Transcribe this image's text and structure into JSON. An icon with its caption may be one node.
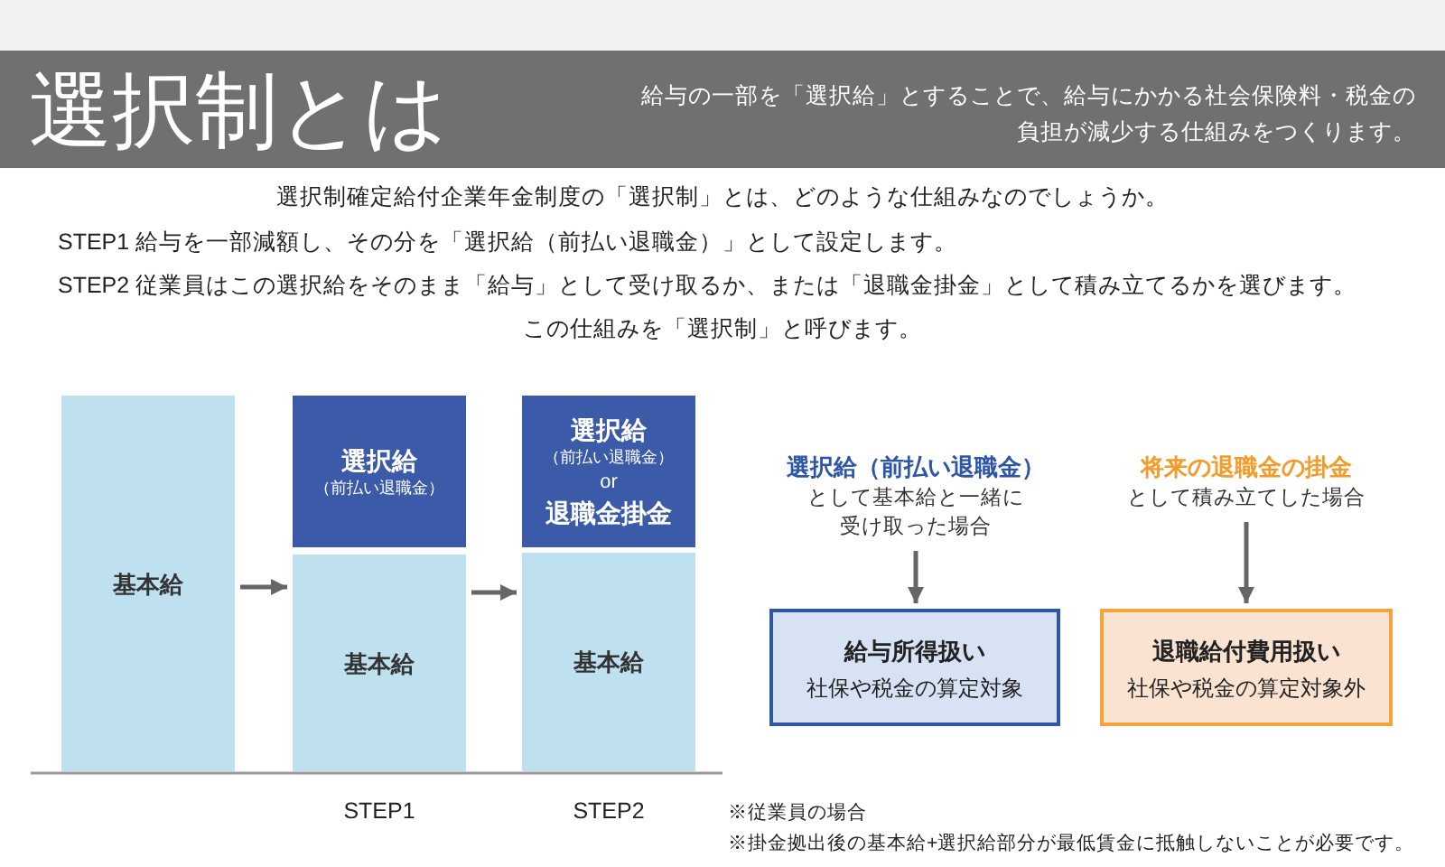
{
  "diagram": {
    "title": "選択制とは",
    "nodes": [
      {
        "text": [
          "基本給"
        ]
      },
      {
        "text": [
          "選択給",
          "（前払い退職金）"
        ]
      },
      {
        "text": [
          "基本給"
        ]
      },
      {
        "text": [
          "選択給",
          "（前払い退職金）",
          "or",
          "退職金掛金"
        ]
      },
      {
        "text": [
          "基本給"
        ]
      },
      {
        "text": [
          "選択給（前払い退職金）",
          "として基本給と一緒に受け取った場合"
        ]
      },
      {
        "text": [
          "将来の退職金の掛金",
          "として積み立てした場合"
        ]
      },
      {
        "text": [
          "給与所得扱い",
          "社保や税金の算定対象"
        ]
      },
      {
        "text": [
          "退職給付費用扱い",
          "社保や税金の算定対象外"
        ]
      }
    ],
    "edges": [
      {
        "from": 0,
        "to": 2,
        "arrow": "to"
      },
      {
        "from": 2,
        "to": 4,
        "arrow": "to"
      },
      {
        "from": 5,
        "to": 7,
        "arrow": "to"
      },
      {
        "from": 6,
        "to": 8,
        "arrow": "to"
      }
    ],
    "labels": [
      "給与の一部を「選択給」とすることで、給与にかかる社会保険料・税金の負担が減少する仕組みをつくります。",
      "選択制確定給付企業年金制度の「選択制」とは、どのような仕組みなのでしょうか。",
      "STEP1 給与を一部減額し、その分を「選択給（前払い退職金）」として設定します。",
      "STEP2 従業員はこの選択給をそのまま「給与」として受け取るか、または「退職金掛金」として積み立てるかを選びます。",
      "この仕組みを「選択制」と呼びます。",
      "STEP1",
      "STEP2",
      "※従業員の場合",
      "※掛金拠出後の基本給+選択給部分が最低賃金に抵触しないことが必要です。"
    ]
  }
}
